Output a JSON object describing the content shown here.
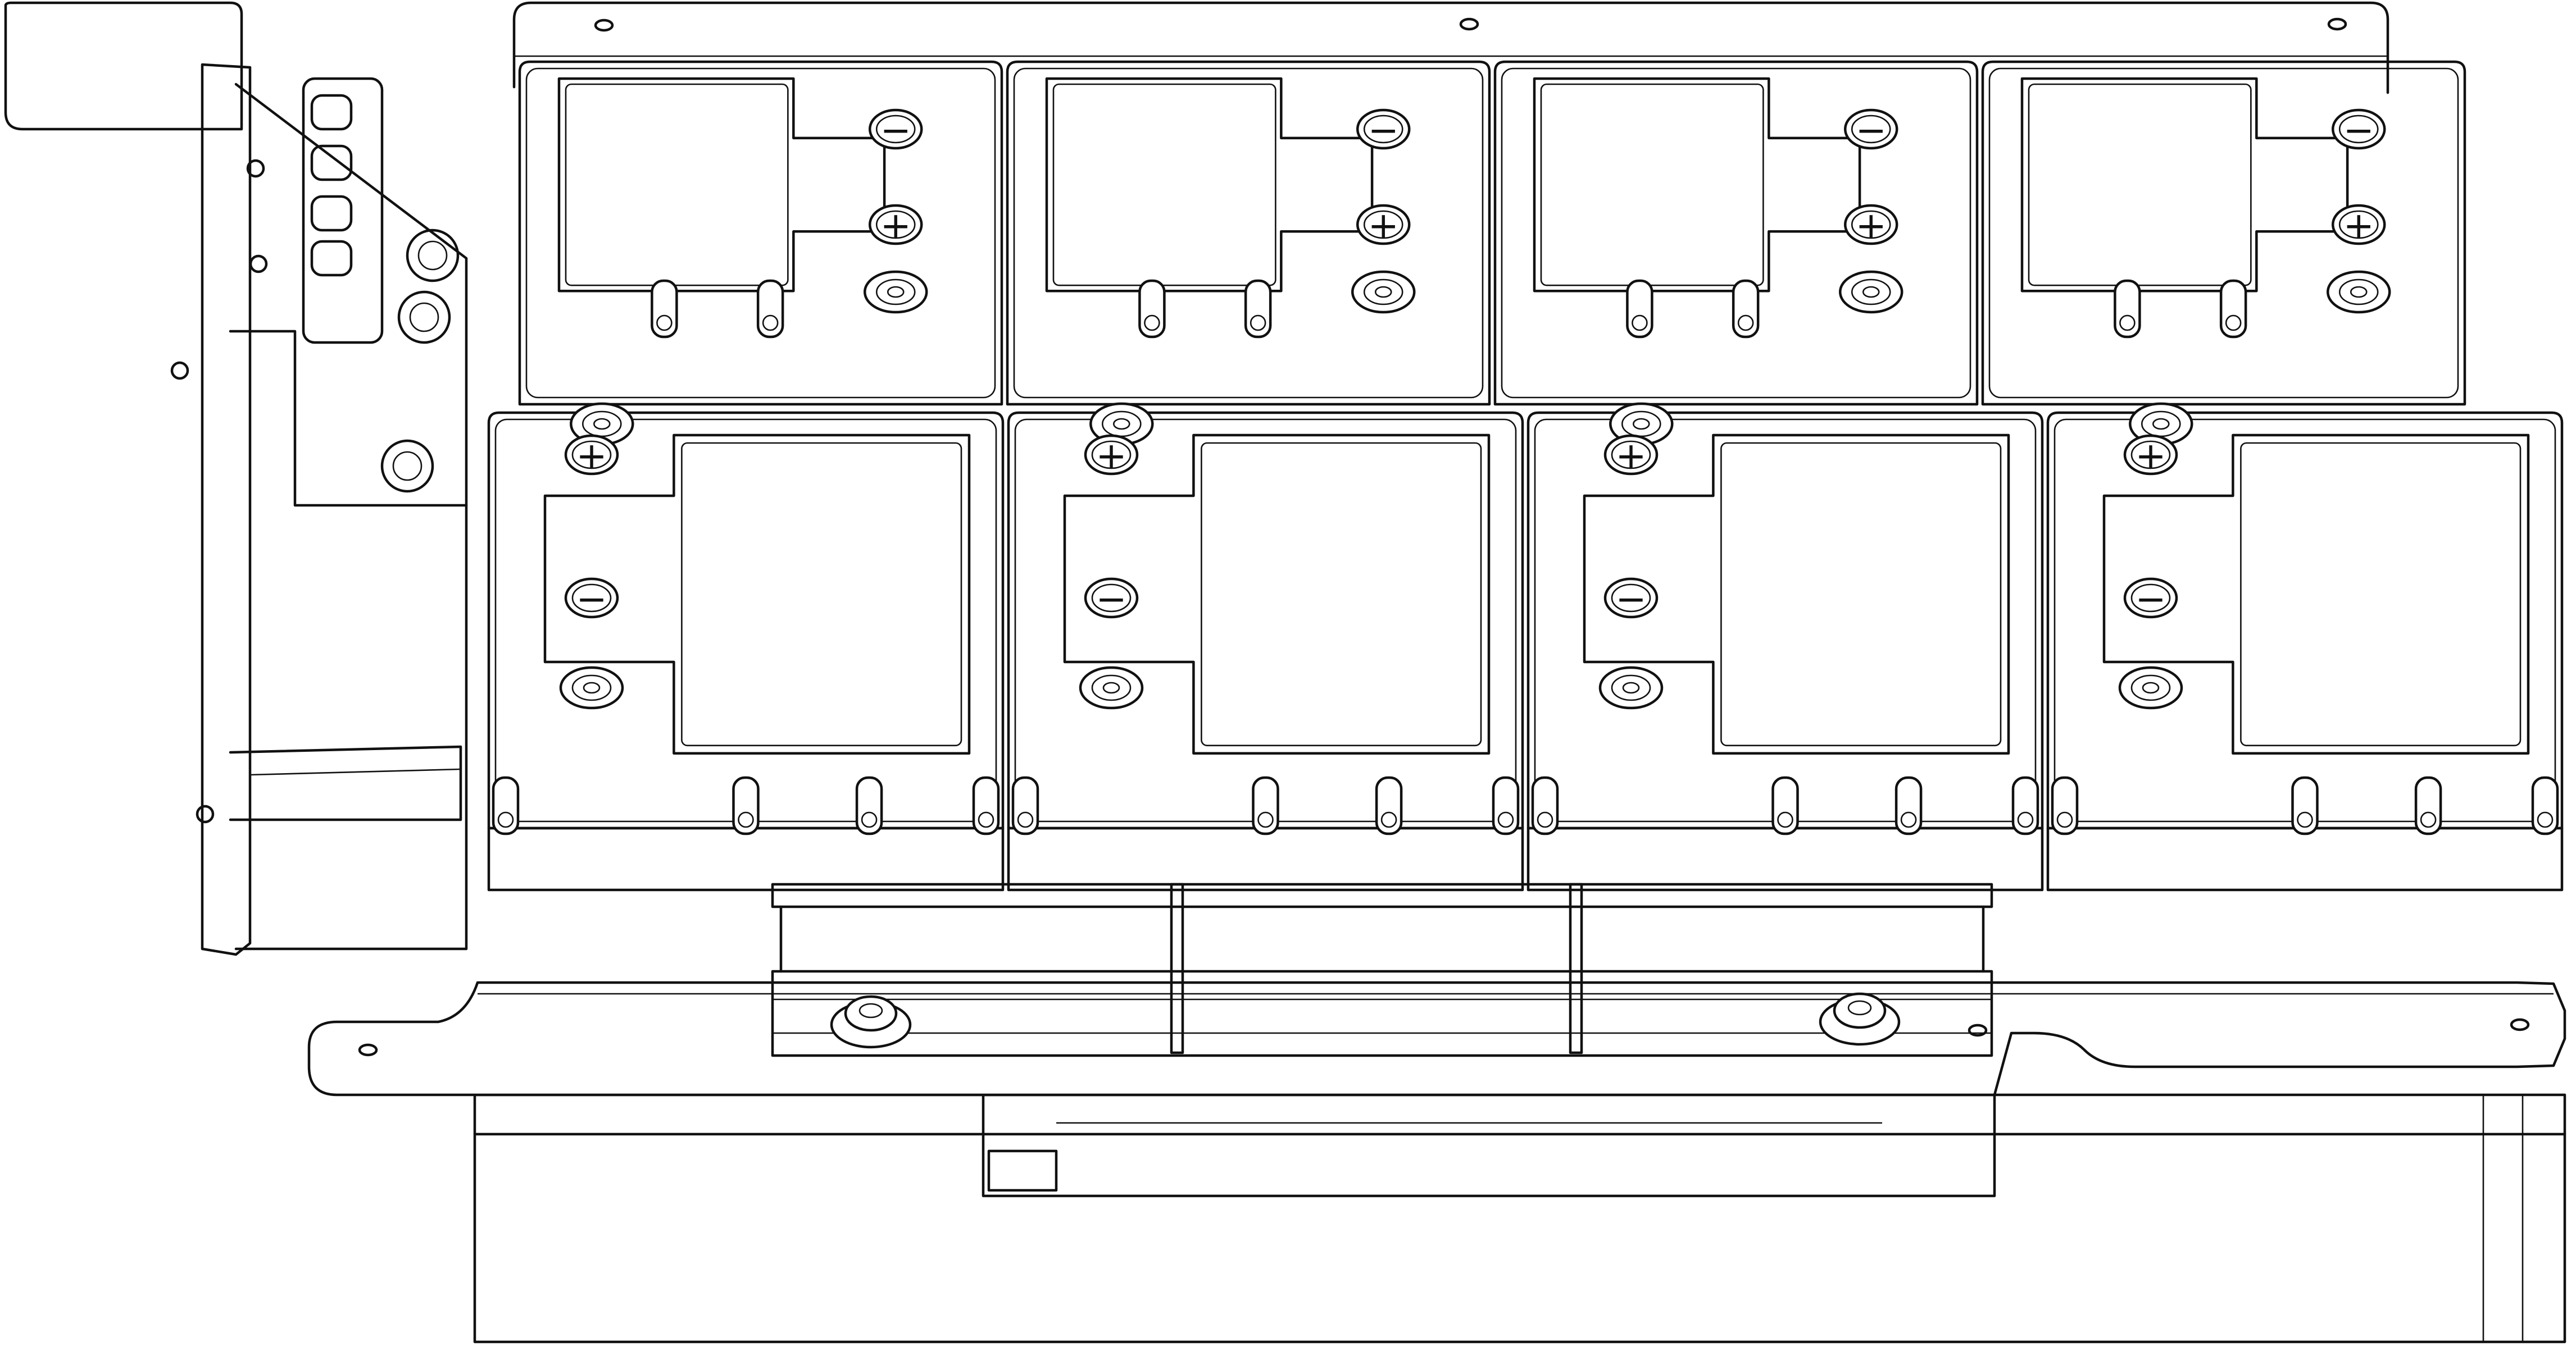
{
  "image": {
    "kind": "black and white isometric line drawing",
    "subject": "battery pack assembly",
    "stroke_color": "#111111",
    "background_color": "#ffffff"
  },
  "assembly": {
    "battery_rows": 2,
    "batteries_per_row": 4,
    "terminal_labels": {
      "positive": "+",
      "negative": "−"
    }
  }
}
